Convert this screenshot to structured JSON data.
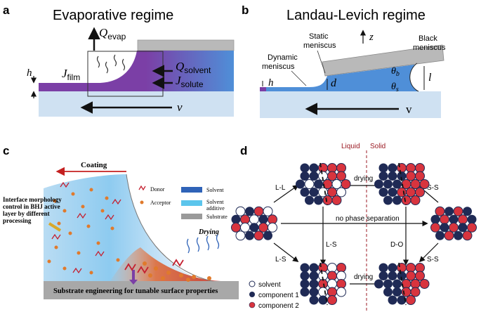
{
  "panel_a": {
    "letter": "a",
    "title": "Evaporative regime",
    "q_evap_main": "Q",
    "q_evap_sub": "evap",
    "j_film_main": "J",
    "j_film_sub": "film",
    "q_solvent_main": "Q",
    "q_solvent_sub": "solvent",
    "j_solute_main": "J",
    "j_solute_sub": "solute",
    "h": "h",
    "v": "v"
  },
  "panel_b": {
    "letter": "b",
    "title": "Landau-Levich regime",
    "static_meniscus_1": "Static",
    "static_meniscus_2": "meniscus",
    "black_meniscus_1": "Black",
    "black_meniscus_2": "meniscus",
    "dynamic_meniscus_1": "Dynamic",
    "dynamic_meniscus_2": "meniscus",
    "z": "z",
    "h": "h",
    "d": "d",
    "l": "l",
    "theta_b_main": "θ",
    "theta_b_sub": "b",
    "theta_s_main": "θ",
    "theta_s_sub": "s",
    "v": "v"
  },
  "panel_c": {
    "letter": "c",
    "coating": "Coating",
    "legend_donor": "Donor",
    "legend_acceptor": "Acceptor",
    "legend_solvent": "Solvent",
    "legend_additive_1": "Solvent",
    "legend_additive_2": "additive",
    "legend_substrate": "Substrate",
    "interface_1": "Interface morphology",
    "interface_2": "control in BHJ active",
    "interface_3": "layer by different",
    "interface_4": "processing",
    "drying": "Drying",
    "substrate_caption": "Substrate engineering for tunable surface properties"
  },
  "panel_d": {
    "letter": "d",
    "liquid": "Liquid",
    "solid": "Solid",
    "drying_top": "drying",
    "drying_bottom": "drying",
    "ll": "L-L",
    "ls_left": "L-S",
    "ls_center": "L-S",
    "do": "D-O",
    "ss_top": "S-S",
    "ss_bottom": "S-S",
    "no_phase": "no phase separation",
    "legend_solvent": "solvent",
    "legend_c1": "component 1",
    "legend_c2": "component 2"
  },
  "colors": {
    "liquid_blue": "#4f8fd8",
    "substrate_light": "#cfe1f2",
    "film_purple": "#7b3fa6",
    "blade_gray": "#b9b9b9",
    "navy": "#1f2a55",
    "red": "#d8343e",
    "phase_label_red": "#9b1b24"
  }
}
